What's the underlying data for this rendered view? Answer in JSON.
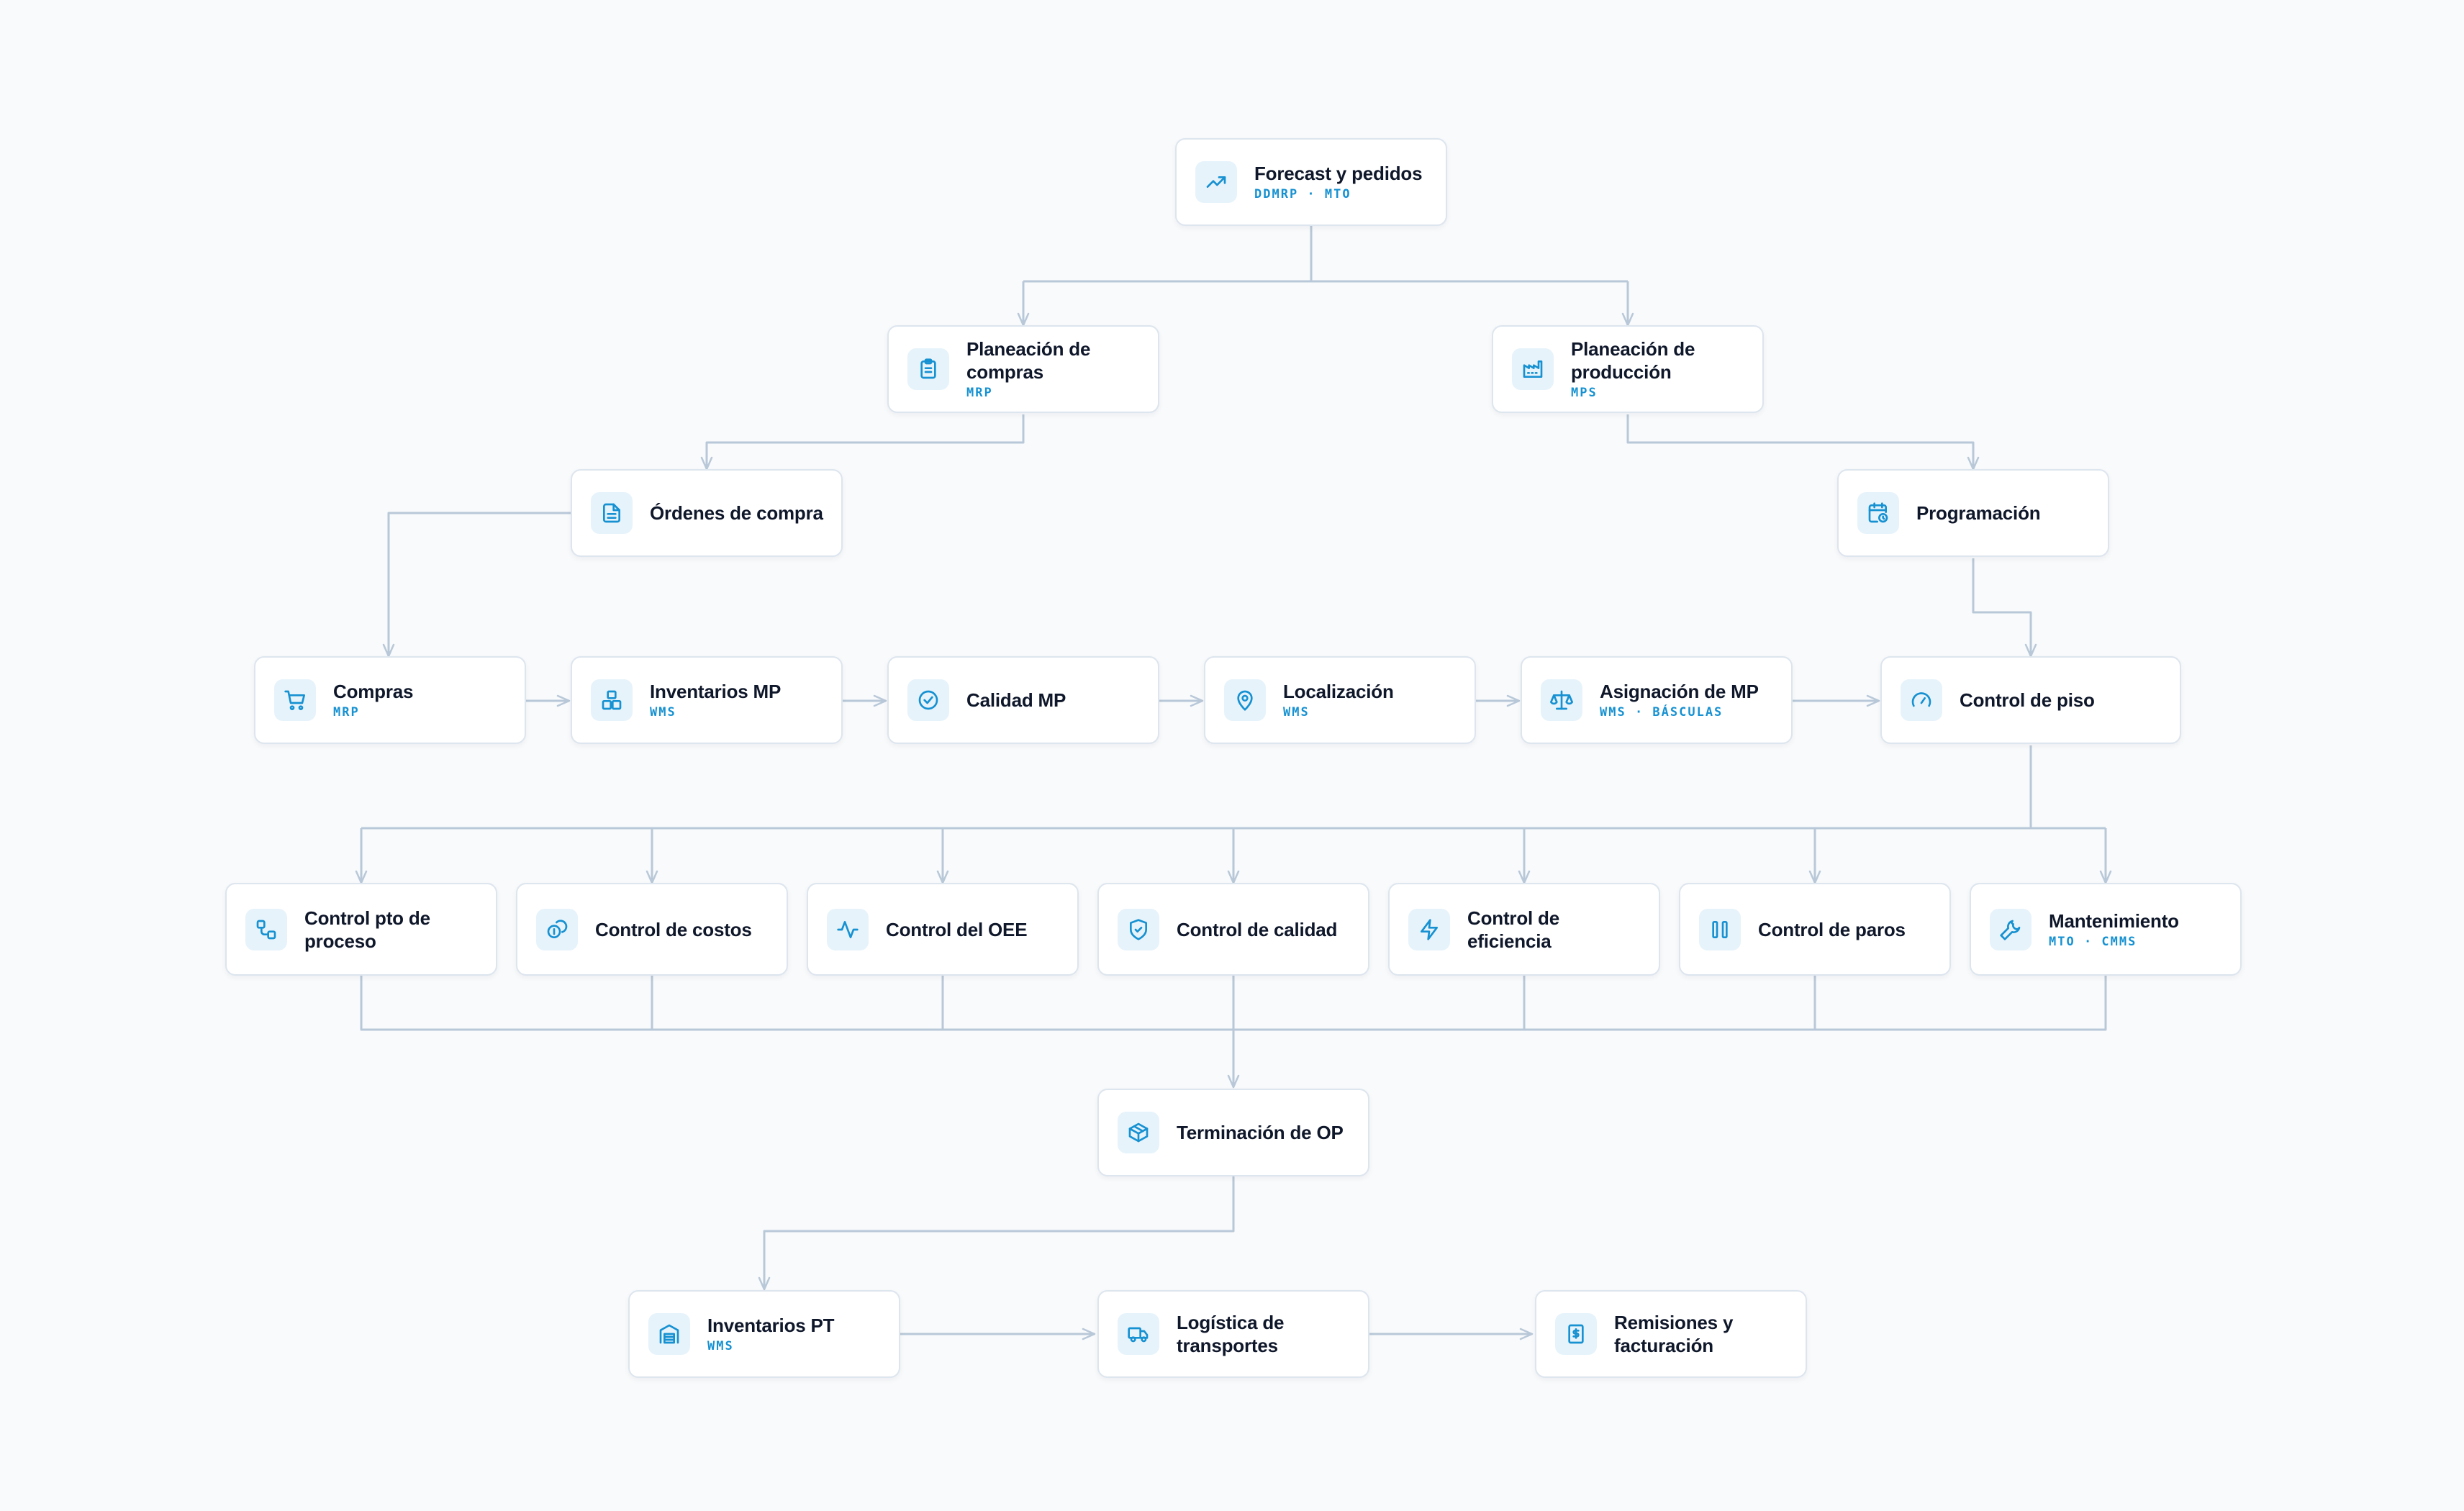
{
  "diagram": {
    "nodes": {
      "forecast": {
        "title": "Forecast y pedidos",
        "sub": "DDMRP · MTO",
        "icon": "trending-up-icon"
      },
      "plan_compras": {
        "title": "Planeación de compras",
        "sub": "MRP",
        "icon": "clipboard-list-icon"
      },
      "plan_produccion": {
        "title": "Planeación de producción",
        "sub": "MPS",
        "icon": "factory-icon"
      },
      "ordenes": {
        "title": "Órdenes de compra",
        "sub": "",
        "icon": "file-text-icon"
      },
      "programacion": {
        "title": "Programación",
        "sub": "",
        "icon": "calendar-clock-icon"
      },
      "compras": {
        "title": "Compras",
        "sub": "MRP",
        "icon": "shopping-cart-icon"
      },
      "inv_mp": {
        "title": "Inventarios MP",
        "sub": "WMS",
        "icon": "boxes-icon"
      },
      "calidad_mp": {
        "title": "Calidad MP",
        "sub": "",
        "icon": "badge-check-icon"
      },
      "localizacion": {
        "title": "Localización",
        "sub": "WMS",
        "icon": "map-pin-icon"
      },
      "asignacion": {
        "title": "Asignación de MP",
        "sub": "WMS · BÁSCULAS",
        "icon": "scale-icon"
      },
      "control_piso": {
        "title": "Control de piso",
        "sub": "",
        "icon": "gauge-icon"
      },
      "pto_proceso": {
        "title": "Control pto de proceso",
        "sub": "",
        "icon": "workflow-icon"
      },
      "costos": {
        "title": "Control de costos",
        "sub": "",
        "icon": "coins-icon"
      },
      "oee": {
        "title": "Control del OEE",
        "sub": "",
        "icon": "activity-icon"
      },
      "calidad": {
        "title": "Control de calidad",
        "sub": "",
        "icon": "shield-check-icon"
      },
      "eficiencia": {
        "title": "Control de eficiencia",
        "sub": "",
        "icon": "zap-icon"
      },
      "paros": {
        "title": "Control de paros",
        "sub": "",
        "icon": "pause-icon"
      },
      "mantenimiento": {
        "title": "Mantenimiento",
        "sub": "MTO · CMMS",
        "icon": "wrench-icon"
      },
      "terminacion": {
        "title": "Terminación de OP",
        "sub": "",
        "icon": "package-icon"
      },
      "inv_pt": {
        "title": "Inventarios PT",
        "sub": "WMS",
        "icon": "warehouse-icon"
      },
      "logistica": {
        "title": "Logística de transportes",
        "sub": "",
        "icon": "truck-icon"
      },
      "remisiones": {
        "title": "Remisiones y facturación",
        "sub": "",
        "icon": "receipt-icon"
      }
    },
    "colors": {
      "accent": "#1691d1",
      "icon_bg": "#e7f3fb",
      "connector": "#b9c8d8",
      "card_border": "#dde5ee",
      "title": "#0f172a",
      "background": "#f8fafc"
    }
  }
}
